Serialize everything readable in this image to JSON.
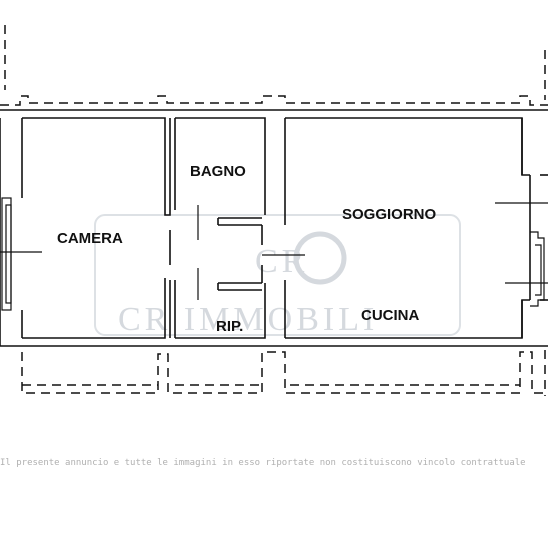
{
  "rooms": {
    "camera": "CAMERA",
    "bagno": "BAGNO",
    "soggiorno": "SOGGIORNO",
    "cucina": "CUCINA",
    "ripostiglio": "RIP."
  },
  "watermark": {
    "logo_letters": "CR",
    "text": "CR IMMOBILI"
  },
  "disclaimer": "Il presente annuncio e tutte le immagini in esso riportate non costituiscono vincolo contrattuale"
}
